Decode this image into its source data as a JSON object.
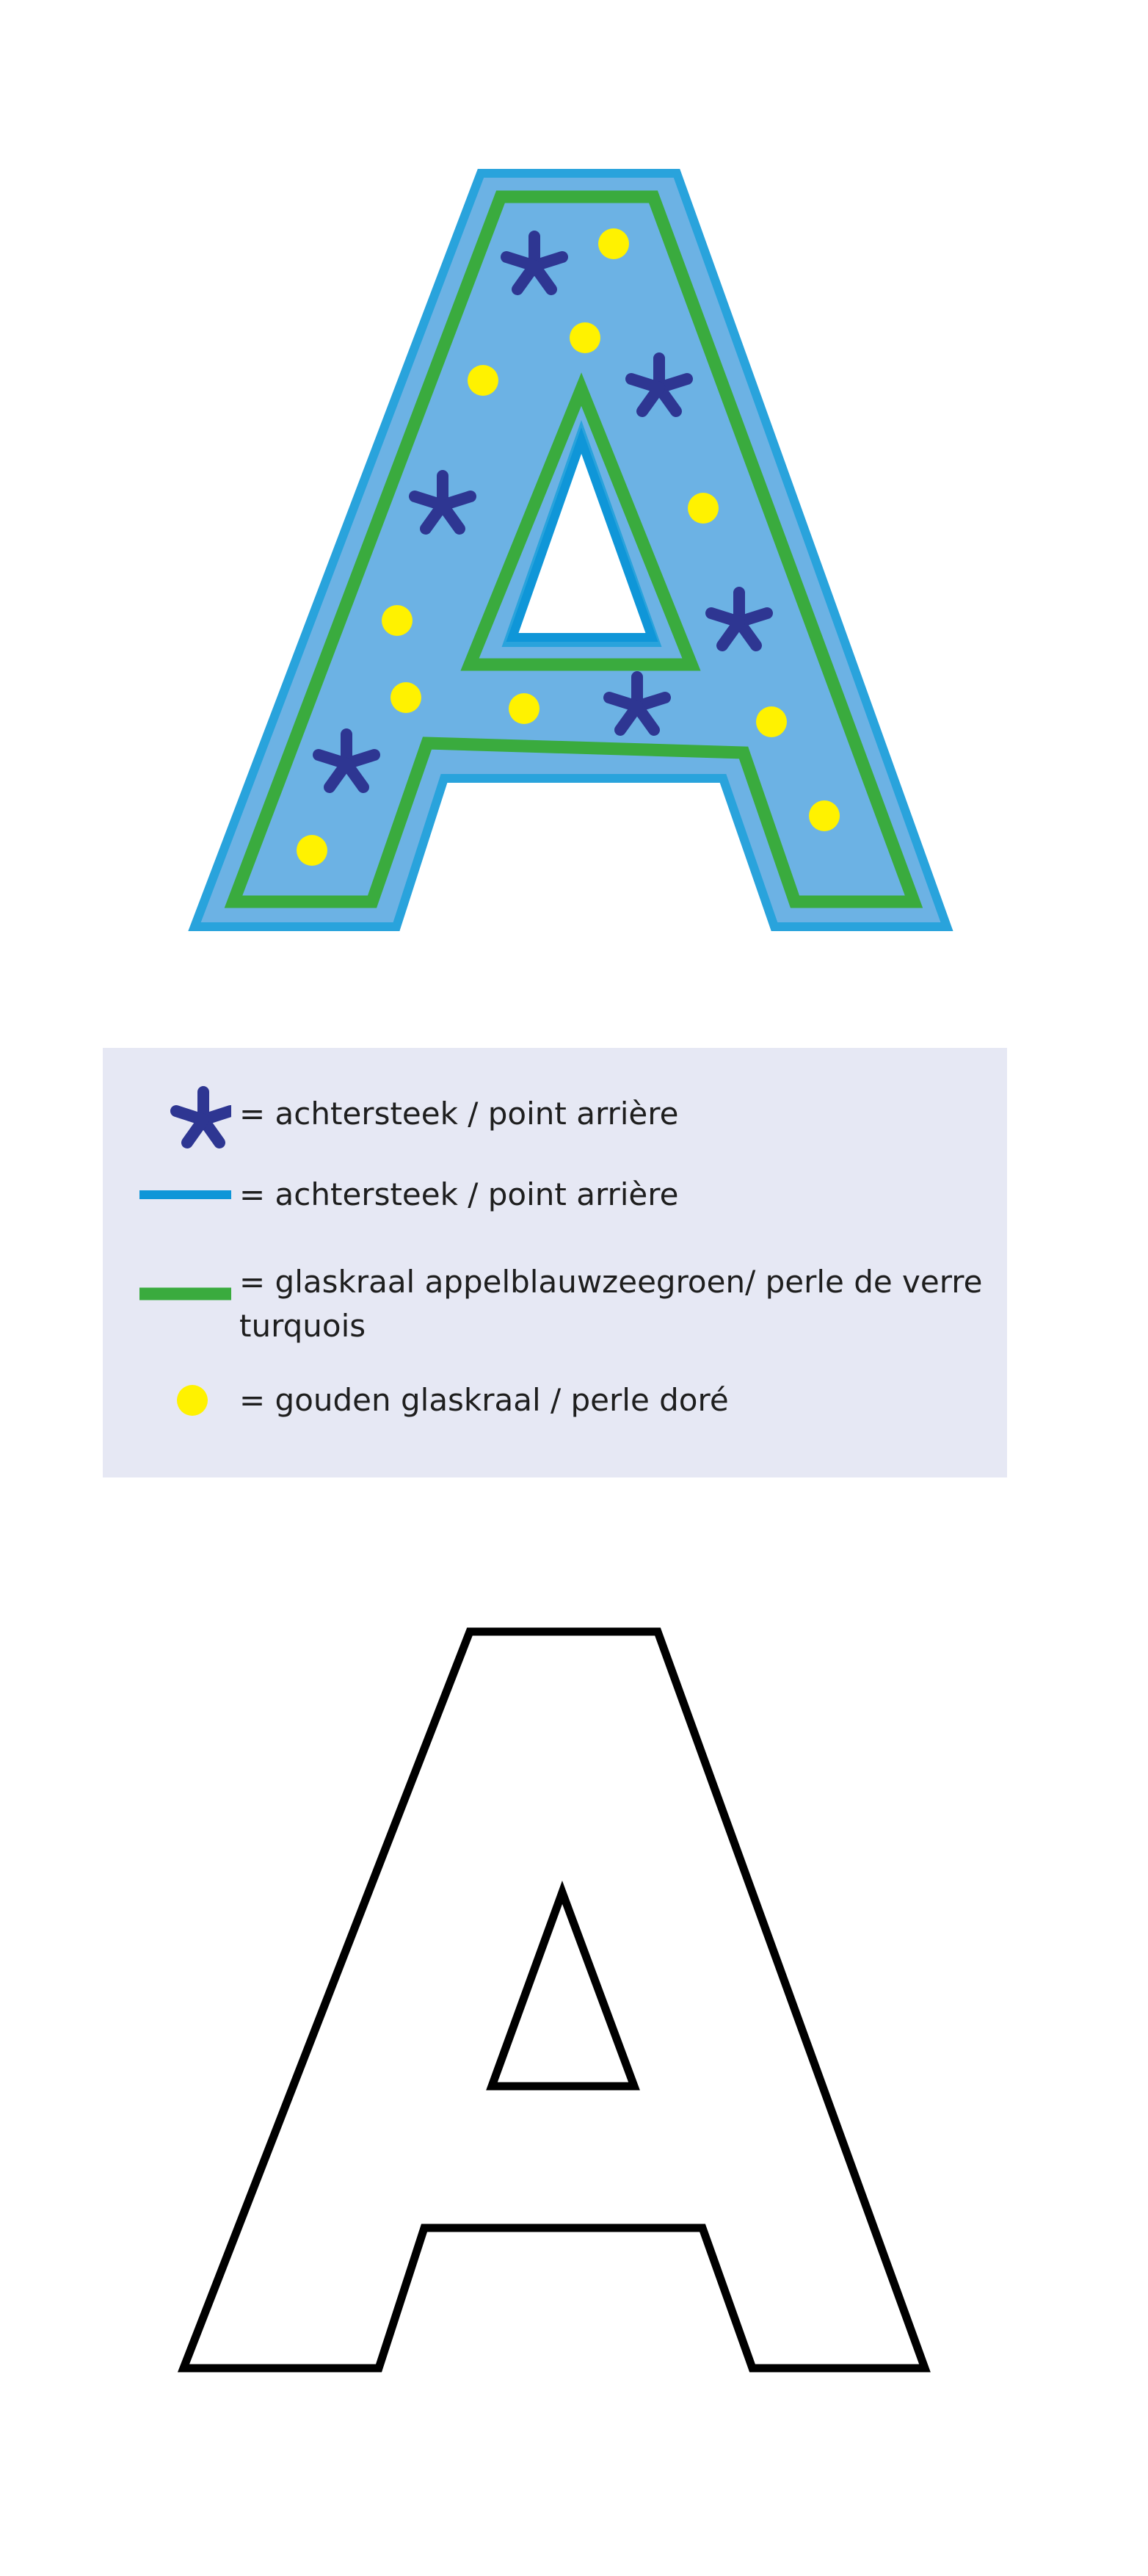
{
  "colors": {
    "letter_fill": "#6cb2e4",
    "letter_border": "#29a3dc",
    "cross_stitch": "#2e3692",
    "back_stitch_line": "#0f96d8",
    "glass_bead_green": "#3aab3e",
    "gold_bead": "#fff200",
    "legend_bg": "#e6e8f4",
    "outline": "#000000"
  },
  "legend": {
    "items": [
      {
        "symbol": "star-stitch",
        "text": "= achtersteek / point arrière"
      },
      {
        "symbol": "blue-line",
        "text": "= achtersteek / point arrière"
      },
      {
        "symbol": "green-line",
        "text": "= glaskraal appelblauwzeegroen/ perle de verre turquois"
      },
      {
        "symbol": "yellow-dot",
        "text": "= gouden glaskraal / perle doré"
      }
    ]
  }
}
